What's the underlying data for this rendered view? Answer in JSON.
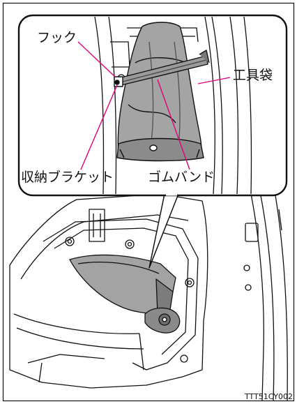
{
  "labels": {
    "hook": "フック",
    "tool_bag": "工具袋",
    "storage_bracket": "収納ブラケット",
    "rubber_band": "ゴムバンド"
  },
  "figure_code": "TTT51CY002",
  "colors": {
    "leader_line": "#e0007a",
    "bag_fill": "#9e9e9e",
    "bag_shadow": "#6e6e6e",
    "outline": "#111111",
    "background": "#ffffff"
  }
}
